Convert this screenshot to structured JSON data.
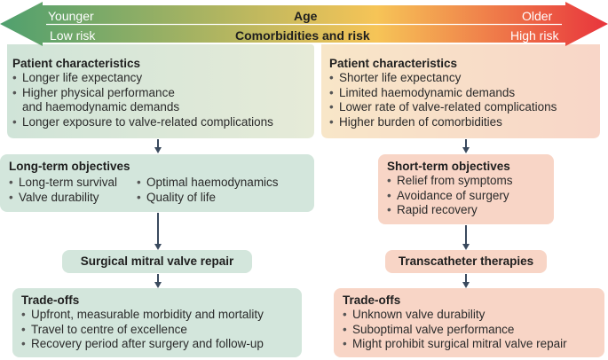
{
  "colors": {
    "arrow_left": "#4fa06e",
    "arrow_mid": "#f6c457",
    "arrow_right": "#e8343c",
    "green_box": "#d3e6dc",
    "pink_box": "#f8d5c6",
    "connector": "#3a4a5e"
  },
  "top_arrow": {
    "younger": "Younger",
    "age": "Age",
    "older": "Older",
    "low_risk": "Low risk",
    "comorbidities": "Comorbidities and risk",
    "high_risk": "High risk"
  },
  "left": {
    "characteristics": {
      "heading": "Patient characteristics",
      "items": [
        "Longer life expectancy",
        "Higher physical performance",
        "and haemodynamic demands",
        "Longer exposure to valve-related complications"
      ]
    },
    "objectives": {
      "heading": "Long-term objectives",
      "col1": [
        "Long-term survival",
        "Valve durability"
      ],
      "col2": [
        "Optimal haemodynamics",
        "Quality of life"
      ]
    },
    "therapy": "Surgical mitral valve repair",
    "tradeoffs": {
      "heading": "Trade-offs",
      "items": [
        "Upfront, measurable morbidity and mortality",
        "Travel to centre of excellence",
        "Recovery period after surgery and follow-up"
      ]
    }
  },
  "right": {
    "characteristics": {
      "heading": "Patient characteristics",
      "items": [
        "Shorter life expectancy",
        "Limited haemodynamic demands",
        "Lower rate of valve-related complications",
        "Higher burden of comorbidities"
      ]
    },
    "objectives": {
      "heading": "Short-term objectives",
      "items": [
        "Relief from symptoms",
        "Avoidance of surgery",
        "Rapid recovery"
      ]
    },
    "therapy": "Transcatheter therapies",
    "tradeoffs": {
      "heading": "Trade-offs",
      "items": [
        "Unknown valve durability",
        "Suboptimal valve performance",
        "Might prohibit surgical mitral valve repair"
      ]
    }
  }
}
